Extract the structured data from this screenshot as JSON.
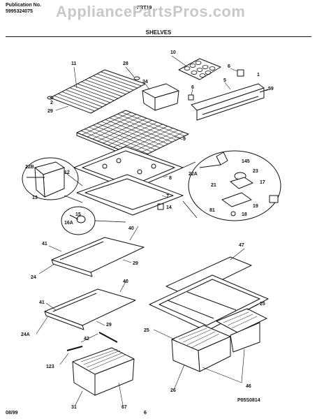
{
  "header": {
    "publication_label": "Publication No.",
    "publication_number": "5995324075",
    "model_fragment": "FRT19",
    "watermark": "AppliancePartsPros.com",
    "section_title": "SHELVES"
  },
  "footer": {
    "date": "08/99",
    "page": "6",
    "figure_code": "P05S0814"
  },
  "callouts": {
    "c11": "11",
    "c28": "28",
    "c10": "10",
    "c6a": "6",
    "c1": "1",
    "c34": "34",
    "c6b": "6",
    "c5": "5",
    "c59": "59",
    "c2": "2",
    "c29a": "29",
    "c9": "9",
    "c8": "8",
    "c7": "7",
    "c14": "14",
    "c22B": "22B",
    "c12": "12",
    "c13": "13",
    "c15": "15",
    "c16A": "16A",
    "c145": "145",
    "c22A": "22A",
    "c21": "21",
    "c23": "23",
    "c17": "17",
    "c81": "81",
    "c18": "18",
    "c19": "19",
    "c40a": "40",
    "c41a": "41",
    "c29b": "29",
    "c24": "24",
    "c40b": "40",
    "c41b": "41",
    "c29c": "29",
    "c24A": "24A",
    "c42": "42",
    "c123": "123",
    "c31": "31",
    "c67": "67",
    "c47": "47",
    "c25a": "25",
    "c25b": "25",
    "c26": "26",
    "c46": "46"
  }
}
